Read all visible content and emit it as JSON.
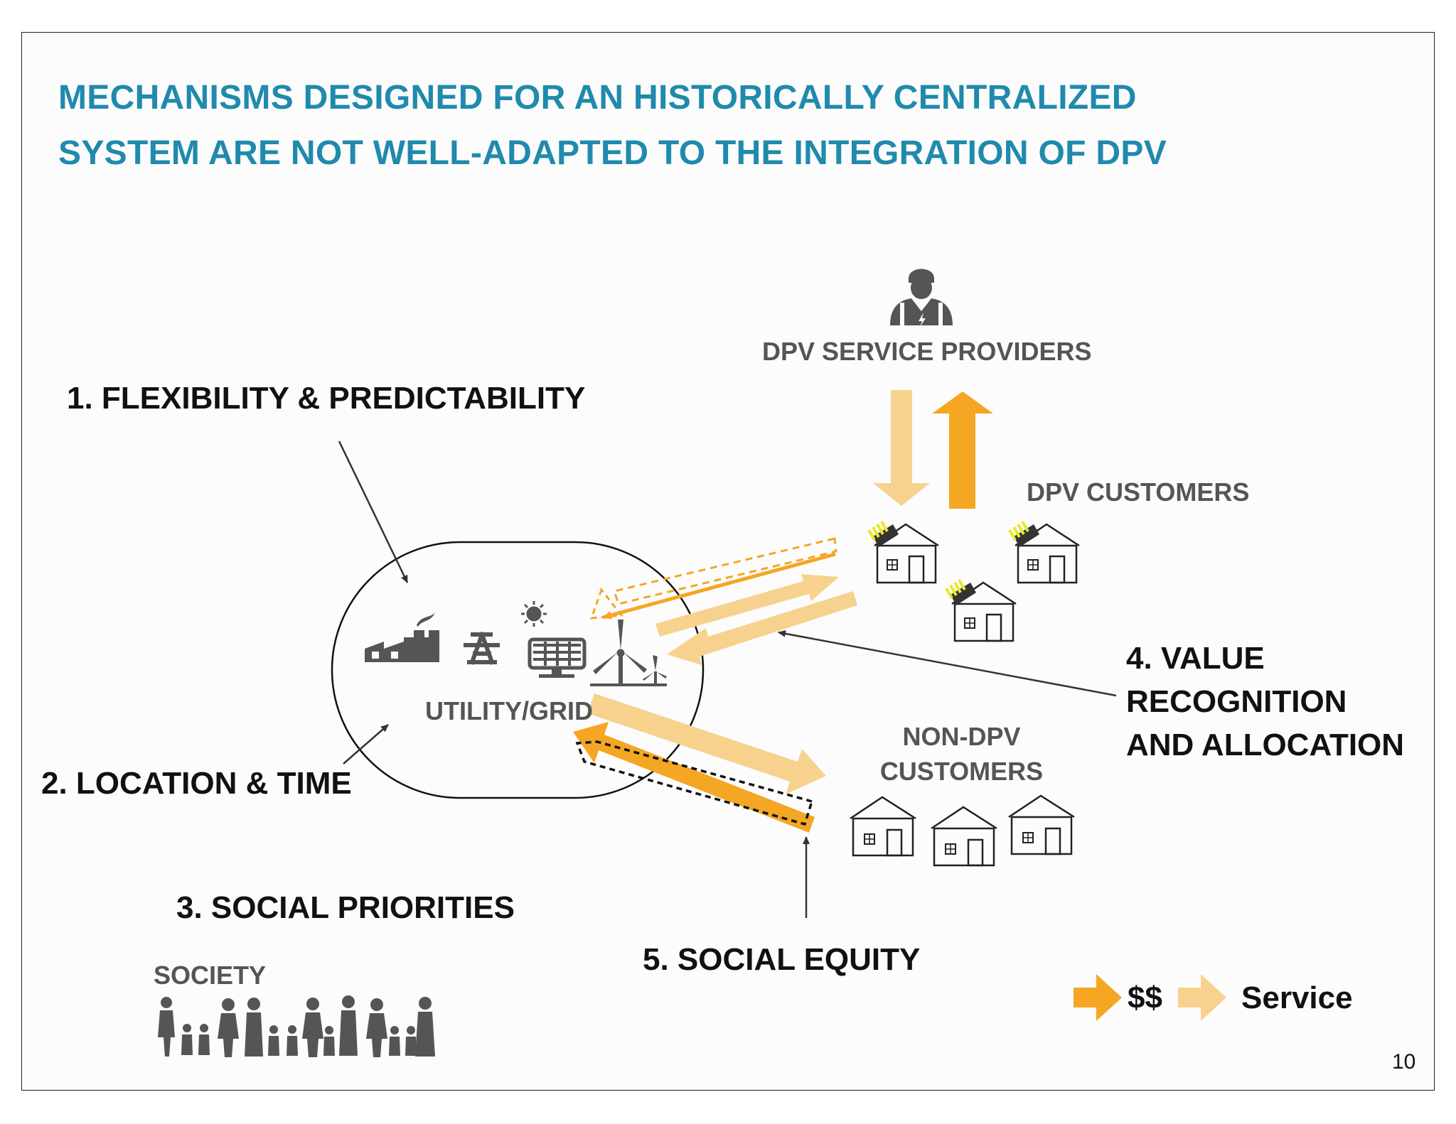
{
  "slide": {
    "title_line1": "MECHANISMS DESIGNED FOR AN HISTORICALLY CENTRALIZED",
    "title_line2": "SYSTEM ARE NOT WELL-ADAPTED TO THE INTEGRATION OF DPV",
    "page_number": "10"
  },
  "nodes": {
    "utility": "UTILITY/GRID",
    "providers": "DPV SERVICE PROVIDERS",
    "dpv_customers": "DPV CUSTOMERS",
    "non_dpv_line1": "NON-DPV",
    "non_dpv_line2": "CUSTOMERS",
    "society": "SOCIETY"
  },
  "mechanisms": {
    "m1": "1. FLEXIBILITY & PREDICTABILITY",
    "m2": "2. LOCATION & TIME",
    "m3": "3. SOCIAL PRIORITIES",
    "m4_line1": "4. VALUE",
    "m4_line2": "RECOGNITION",
    "m4_line3": "AND ALLOCATION",
    "m5": "5. SOCIAL EQUITY"
  },
  "legend": {
    "money_label": "$$",
    "service_label": "Service"
  },
  "colors": {
    "title": "#1f8aad",
    "money_arrow": "#f5a623",
    "service_arrow": "#f7d28e",
    "icon_gray": "#555555",
    "solar_yellow": "#e8e82a"
  }
}
